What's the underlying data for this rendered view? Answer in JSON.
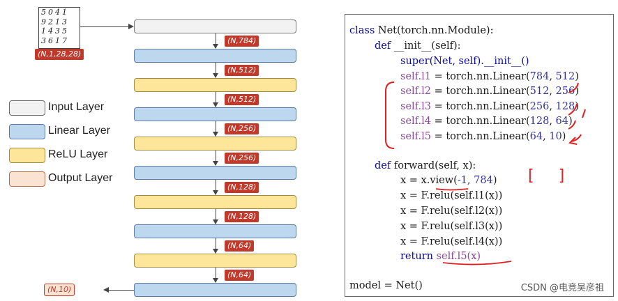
{
  "input_image": {
    "digit_rows": [
      "5041",
      "9213",
      "1435",
      "3617"
    ],
    "shape": "(N,1,28,28)"
  },
  "legend": [
    {
      "label": "Input Layer",
      "color": "#f2f2f2"
    },
    {
      "label": "Linear Layer",
      "color": "#bdd7ee"
    },
    {
      "label": "ReLU Layer",
      "color": "#fde59a"
    },
    {
      "label": "Output Layer",
      "color": "#fbe3d4"
    }
  ],
  "layers": [
    {
      "kind": "input"
    },
    {
      "kind": "linear"
    },
    {
      "kind": "relu"
    },
    {
      "kind": "linear"
    },
    {
      "kind": "relu"
    },
    {
      "kind": "linear"
    },
    {
      "kind": "relu"
    },
    {
      "kind": "linear"
    },
    {
      "kind": "relu"
    },
    {
      "kind": "linear"
    }
  ],
  "shapes": [
    "(N,784)",
    "(N,512)",
    "(N,512)",
    "(N,256)",
    "(N,256)",
    "(N,128)",
    "(N,128)",
    "(N,64)",
    "(N,64)"
  ],
  "output_shape": "(N,10)",
  "code": {
    "class_kw": "class",
    "class_rest": " Net(torch.nn.Module):",
    "def_kw": "def",
    "init_rest": " __init__(self):",
    "super_line": "super(Net, self).__init__()",
    "linears": [
      {
        "name": "l1",
        "in": "784",
        "out": "512"
      },
      {
        "name": "l2",
        "in": "512",
        "out": "256"
      },
      {
        "name": "l3",
        "in": "256",
        "out": "128"
      },
      {
        "name": "l4",
        "in": "128",
        "out": "64"
      },
      {
        "name": "l5",
        "in": "64",
        "out": "10"
      }
    ],
    "forward_rest": " forward(self, x):",
    "view_line_pre": "x = x.view(",
    "view_line_args": "-1, 784",
    "view_line_post": ")",
    "relu_lines": [
      "x = F.relu(self.l1(x))",
      "x = F.relu(self.l2(x))",
      "x = F.relu(self.l3(x))",
      "x = F.relu(self.l4(x))"
    ],
    "return_kw": "return",
    "return_rest": " self.l5(x)",
    "model_line": "model = Net()"
  },
  "watermark": "CSDN @电竞吴彦祖",
  "annotation_brackets": "[ ]",
  "colors": {
    "input": "#f2f2f2",
    "linear": "#bdd7ee",
    "relu": "#fde59a",
    "output": "#fbe3d4",
    "badge": "#c0392b",
    "annotation": "#e02020"
  }
}
